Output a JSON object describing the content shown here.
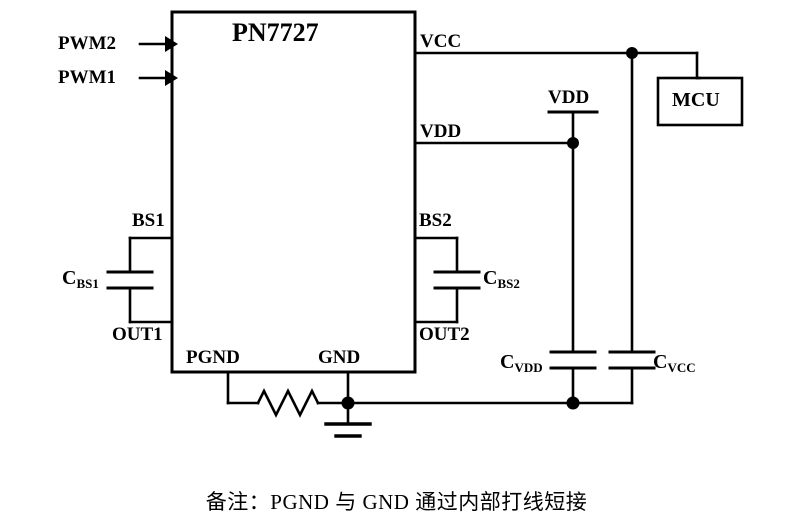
{
  "figure": {
    "chip": {
      "label": "PN7727"
    },
    "mcu": {
      "label": "MCU"
    },
    "inputs": [
      {
        "name": "pwm2",
        "label": "PWM2"
      },
      {
        "name": "pwm1",
        "label": "PWM1"
      }
    ],
    "pins": [
      {
        "name": "vcc",
        "label": "VCC"
      },
      {
        "name": "vdd",
        "label": "VDD"
      },
      {
        "name": "bs1",
        "label": "BS1"
      },
      {
        "name": "out1",
        "label": "OUT1"
      },
      {
        "name": "bs2",
        "label": "BS2"
      },
      {
        "name": "out2",
        "label": "OUT2"
      },
      {
        "name": "pgnd",
        "label": "PGND"
      },
      {
        "name": "gnd",
        "label": "GND"
      }
    ],
    "rails": [
      {
        "name": "vdd-supply",
        "label": "VDD"
      }
    ],
    "capacitors": [
      {
        "name": "cbs1",
        "prefix": "C",
        "sub": "BS1"
      },
      {
        "name": "cbs2",
        "prefix": "C",
        "sub": "BS2"
      },
      {
        "name": "cvdd",
        "prefix": "C",
        "sub": "VDD"
      },
      {
        "name": "cvcc",
        "prefix": "C",
        "sub": "VCC"
      }
    ],
    "components": [
      {
        "name": "resistor",
        "label": ""
      },
      {
        "name": "ground-symbol",
        "label": ""
      }
    ],
    "caption": "备注：PGND 与 GND 通过内部打线短接",
    "colors": {
      "line": "#000000",
      "background": "#ffffff",
      "text": "#000000"
    }
  }
}
